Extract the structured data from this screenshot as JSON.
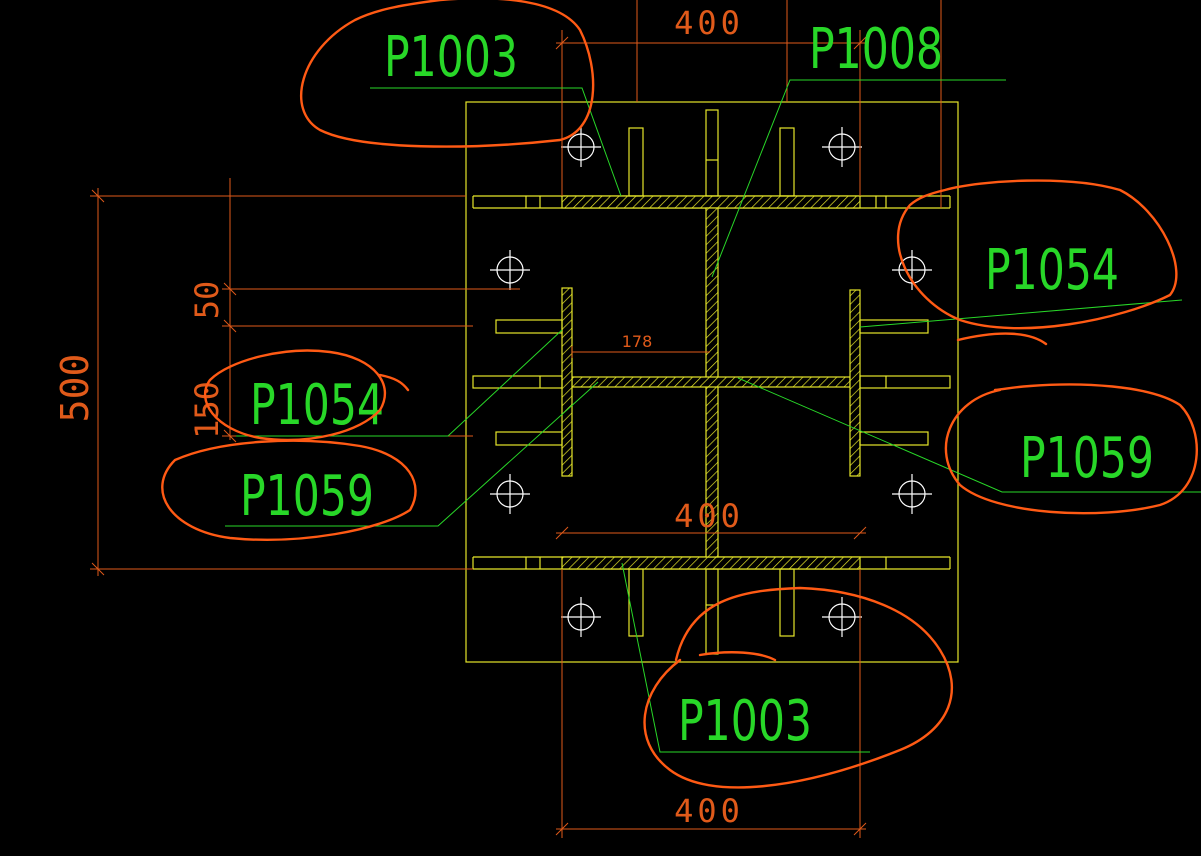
{
  "drawing": {
    "colors": {
      "background": "#000000",
      "steel": "#e6e62a",
      "dimension": "#e05a1a",
      "leader": "#28d728",
      "markup": "#ff5a14",
      "bolt": "#ffffff"
    },
    "dimensions": {
      "top_width": "400",
      "mid_width": "400",
      "bottom_width": "400",
      "left_height": "500",
      "offset_50": "50",
      "offset_150": "150",
      "web_gap": "178"
    },
    "labels": {
      "top_left": "P1003",
      "top_right": "P1008",
      "right_upper": "P1054",
      "left_upper": "P1054",
      "left_lower": "P1059",
      "right_lower": "P1059",
      "bottom": "P1003"
    }
  }
}
